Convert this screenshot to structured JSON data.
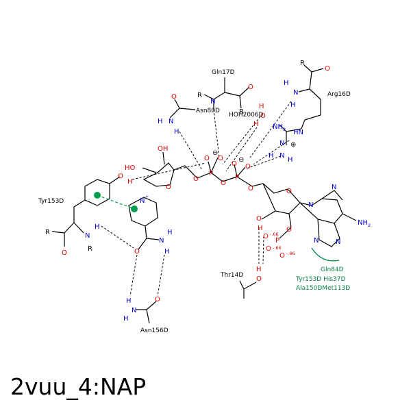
{
  "title": "2vuu_4:NAP",
  "colors": {
    "carbon": "#000000",
    "oxygen": "#e00000",
    "nitrogen": "#0000e0",
    "hydrophobic": "#008040",
    "pi_stack": "#00a050"
  },
  "residues": {
    "gln17": "Gln17D",
    "arg16": "Arg16D",
    "asn80": "Asn80D",
    "water": "HOH2006D",
    "tyr153": "Tyr153D",
    "thr14": "Thr14D",
    "asn156": "Asn156D"
  },
  "hydrophobic_contacts": {
    "line1": "Gln84D",
    "line2": "Tyr153D  His37D",
    "line3": "Ala150DMet113D"
  },
  "atoms": {
    "R": "R",
    "O": "O",
    "N": "N",
    "H": "H",
    "HO": "HO",
    "OH": "OH",
    "NH": "NH",
    "HN": "HN",
    "NH2": "NH2",
    "P": "P",
    "minus": "⊖",
    "plus": "⊕",
    "nplus": "+",
    "charge66": "-.66",
    "sub2": "2"
  }
}
